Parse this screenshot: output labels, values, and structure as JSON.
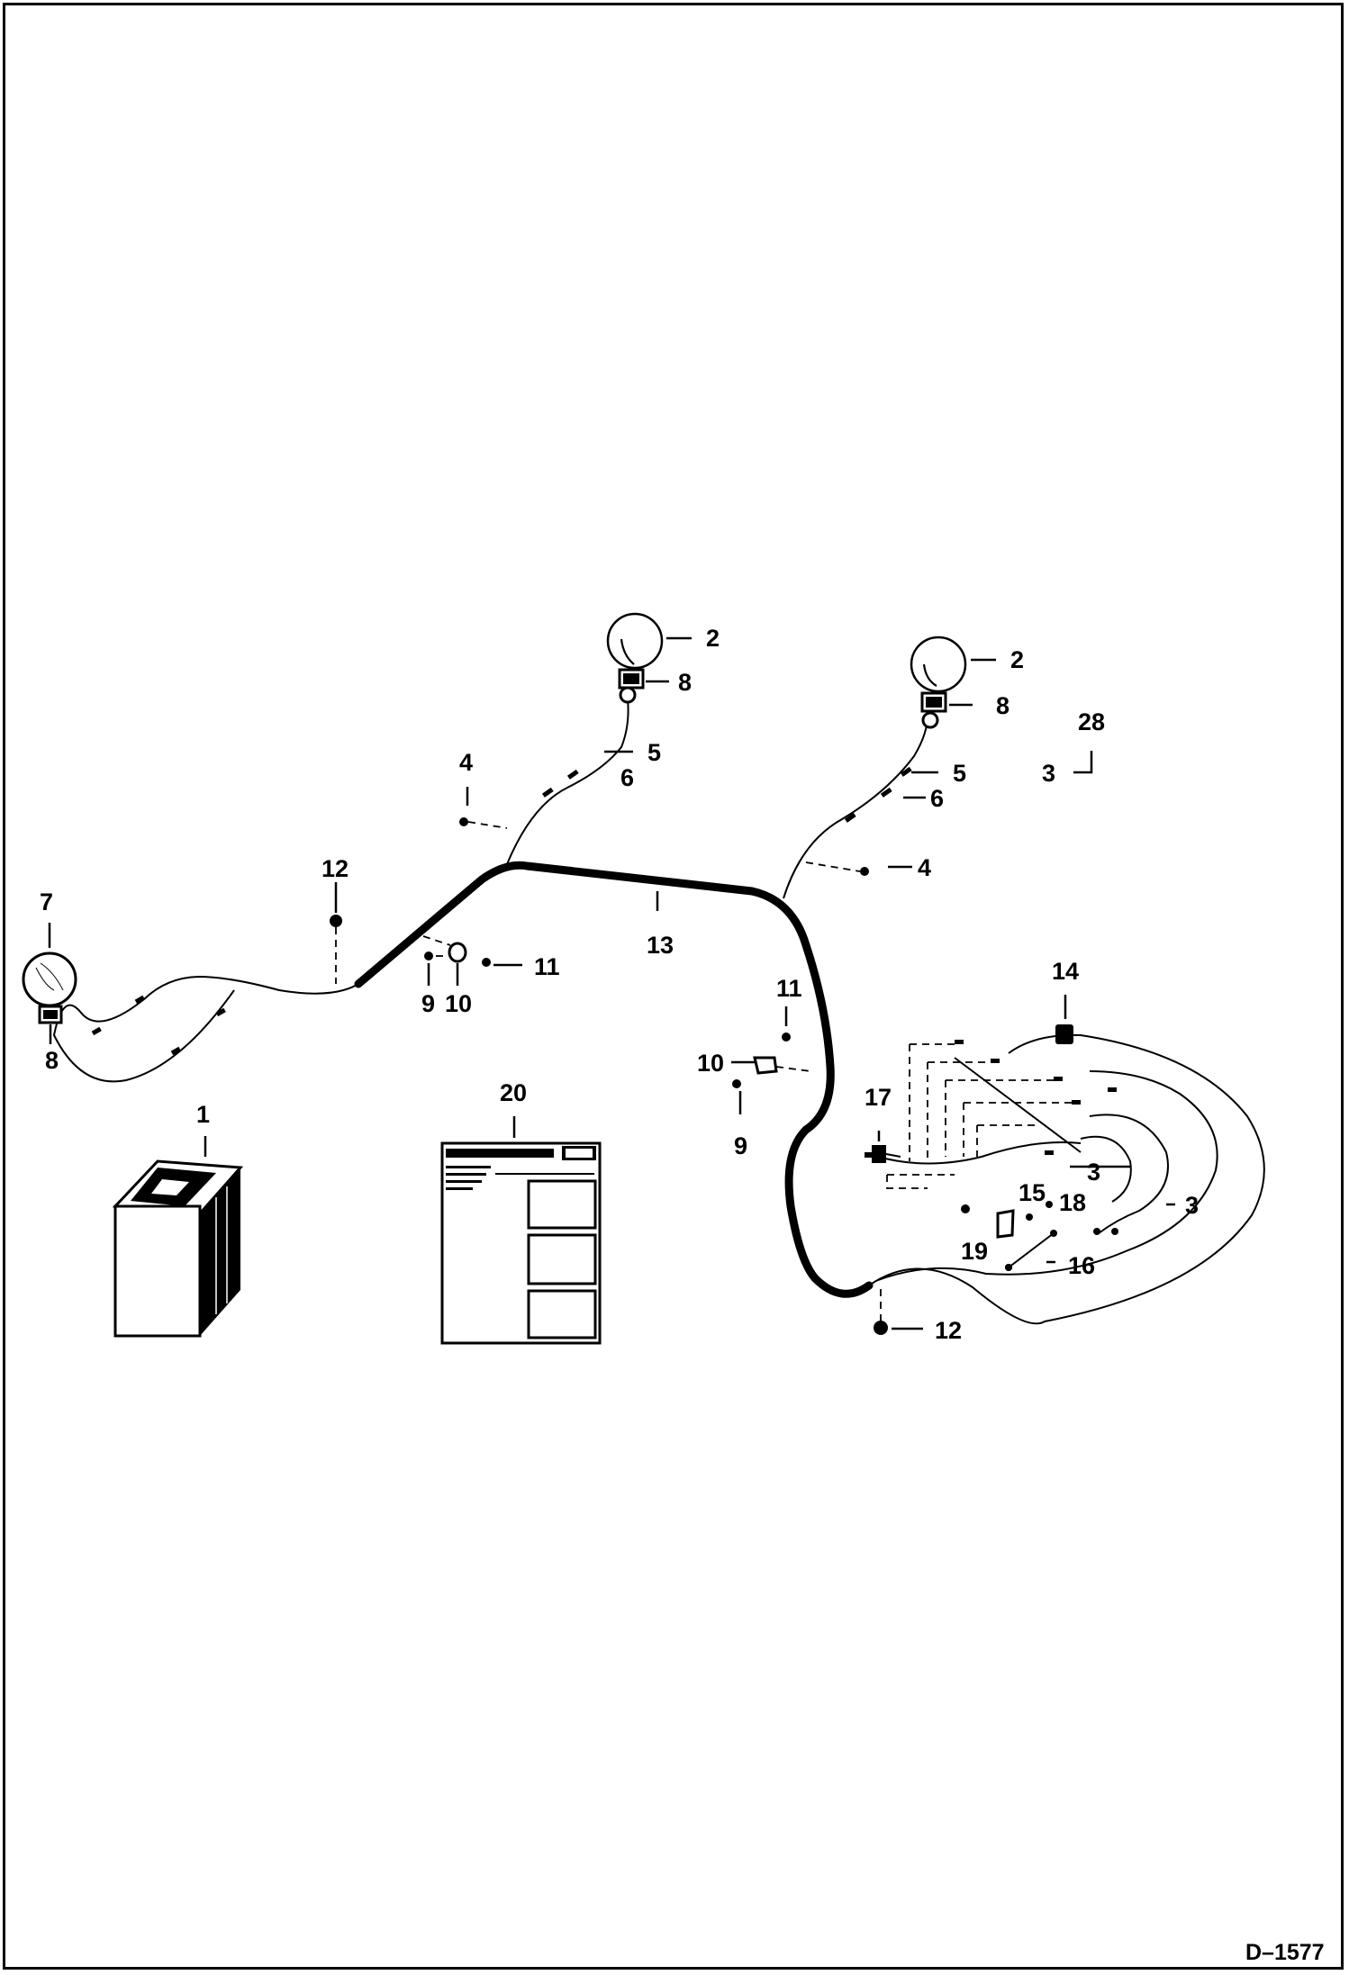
{
  "drawing_code": "D–1577",
  "callouts": {
    "c1": "1",
    "c2a": "2",
    "c2b": "2",
    "c3a": "3",
    "c3b": "3",
    "c3c": "3",
    "c4a": "4",
    "c4b": "4",
    "c5a": "5",
    "c5b": "5",
    "c6a": "6",
    "c6b": "6",
    "c7": "7",
    "c8a": "8",
    "c8b": "8",
    "c8c": "8",
    "c9a": "9",
    "c9b": "9",
    "c10a": "10",
    "c10b": "10",
    "c11a": "11",
    "c11b": "11",
    "c12a": "12",
    "c12b": "12",
    "c13": "13",
    "c14": "14",
    "c15": "15",
    "c16": "16",
    "c17": "17",
    "c18": "18",
    "c19": "19",
    "c20": "20",
    "c28": "28"
  }
}
